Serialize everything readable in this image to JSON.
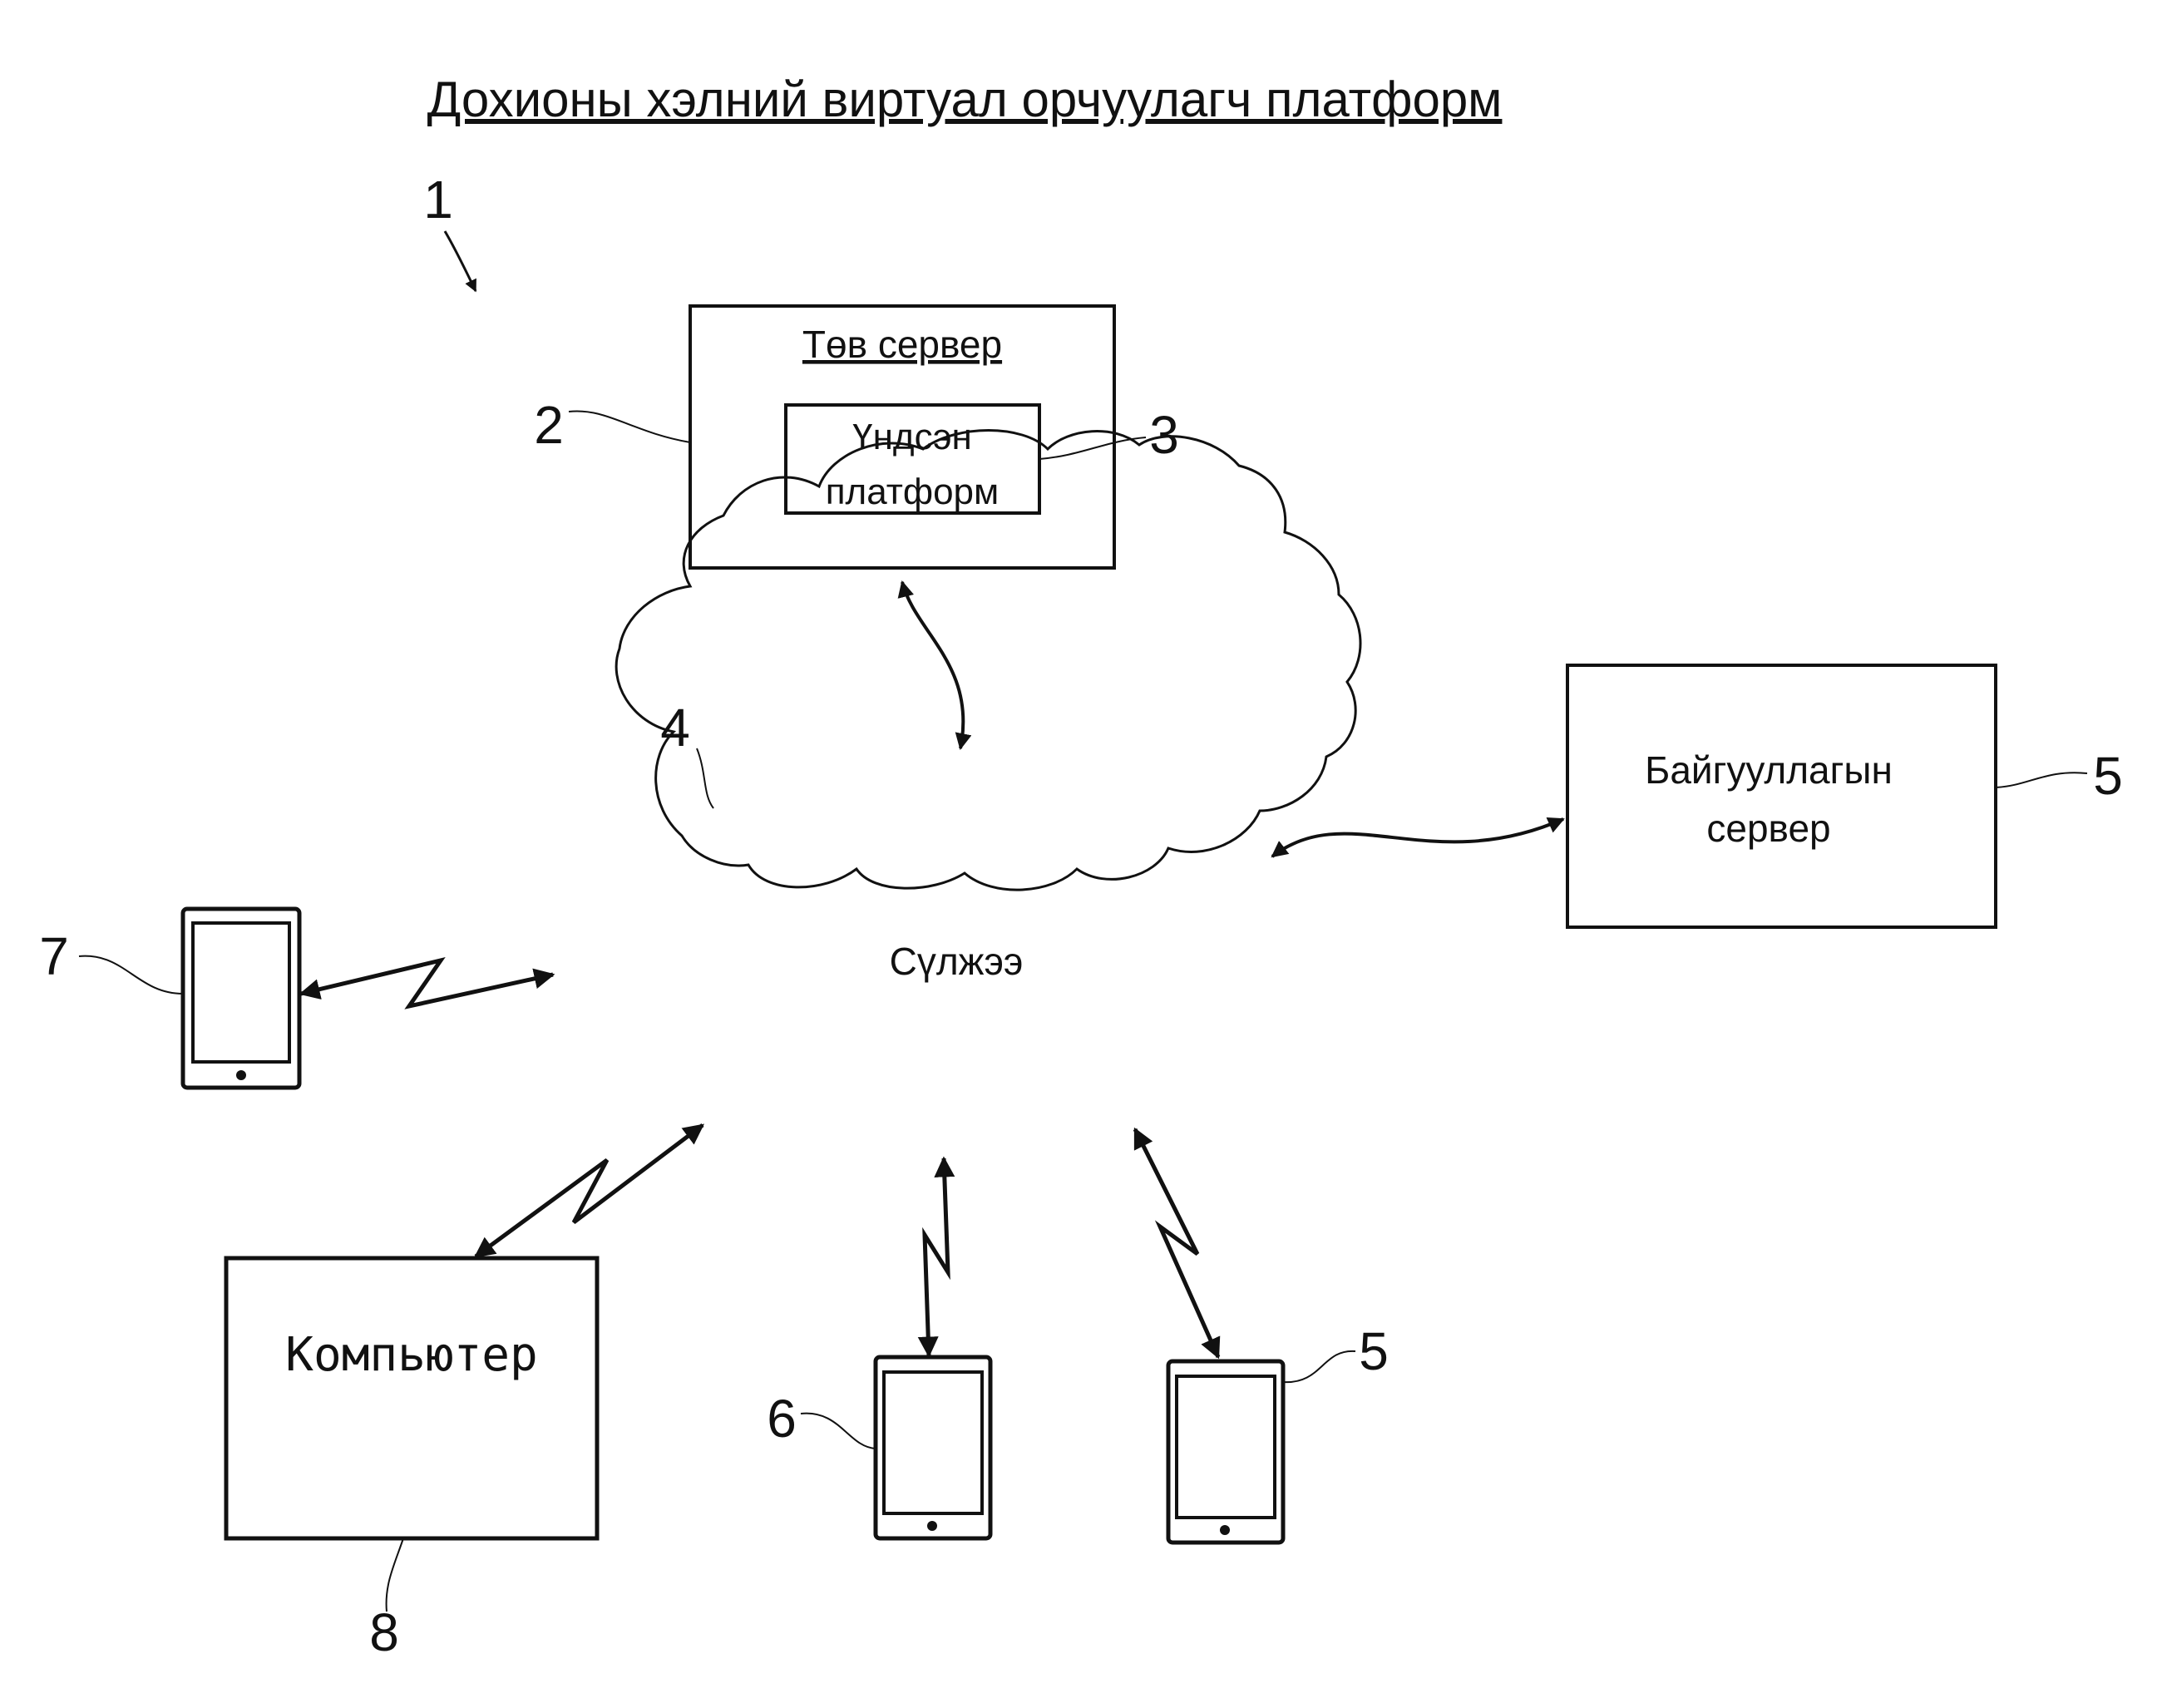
{
  "title": "Дохионы хэлний виртуал орчуулагч платформ",
  "figure_ref": "1",
  "nodes": {
    "central_server": {
      "ref": "2",
      "label": "Төв сервер"
    },
    "core_platform": {
      "ref": "3",
      "label_line1": "Үндсэн",
      "label_line2": "платформ"
    },
    "network": {
      "ref": "4",
      "label": "Сүлжээ"
    },
    "org_server": {
      "ref": "5",
      "label_line1": "Байгууллагын",
      "label_line2": "сервер"
    },
    "mobile_left": {
      "ref": "7"
    },
    "mobile_bottom_left": {
      "ref": "6"
    },
    "mobile_bottom_right": {
      "ref": "5"
    },
    "computer": {
      "ref": "8",
      "label": "Компьютер"
    }
  },
  "colors": {
    "line": "#111111",
    "background": "#ffffff"
  }
}
